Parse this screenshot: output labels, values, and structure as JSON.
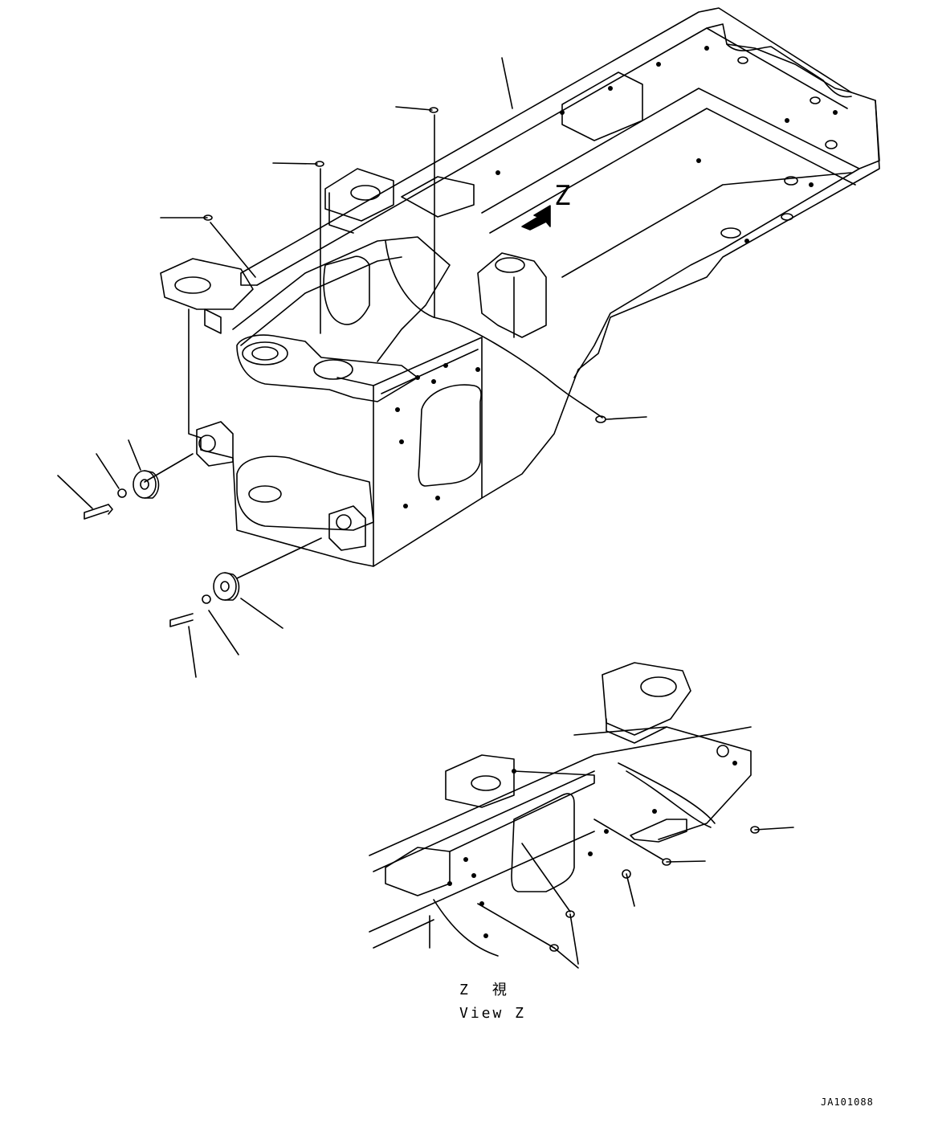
{
  "direction_arrow": {
    "letter": "Z"
  },
  "detail_view": {
    "label_jp": "Z　視",
    "label_en": "View Z"
  },
  "document_id": "JA101088",
  "colors": {
    "line": "#000000",
    "background": "#ffffff"
  }
}
